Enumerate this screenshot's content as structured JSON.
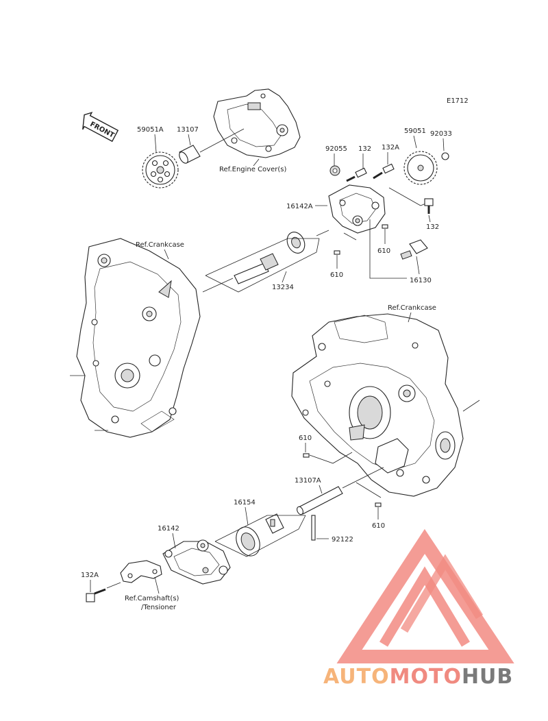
{
  "diagram": {
    "code": "E1712",
    "front_label": "FRONT",
    "parts": {
      "p59051A": "59051A",
      "p13107": "13107",
      "p92055": "92055",
      "p132_top": "132",
      "p132A_top": "132A",
      "p59051": "59051",
      "p92033": "92033",
      "p16142A": "16142A",
      "p132_right": "132",
      "p610_a": "610",
      "p610_b": "610",
      "p16130": "16130",
      "p13234": "13234",
      "p610_c": "610",
      "p13107A": "13107A",
      "p16154": "16154",
      "p610_d": "610",
      "p16142": "16142",
      "p92122": "92122",
      "p132A_bottom": "132A"
    },
    "refs": {
      "engine_cover": "Ref.Engine Cover(s)",
      "crankcase_left": "Ref.Crankcase",
      "crankcase_right": "Ref.Crankcase",
      "camshaft_line1": "Ref.Camshaft(s)",
      "camshaft_line2": "/Tensioner"
    }
  },
  "watermark": {
    "part1": "AUTO",
    "part2": "MOTO",
    "part3": "HUB",
    "colors": {
      "auto": "#f6b47a",
      "moto": "#f08a80",
      "hub": "#7a7a7a",
      "logo": "#f28b82"
    }
  }
}
